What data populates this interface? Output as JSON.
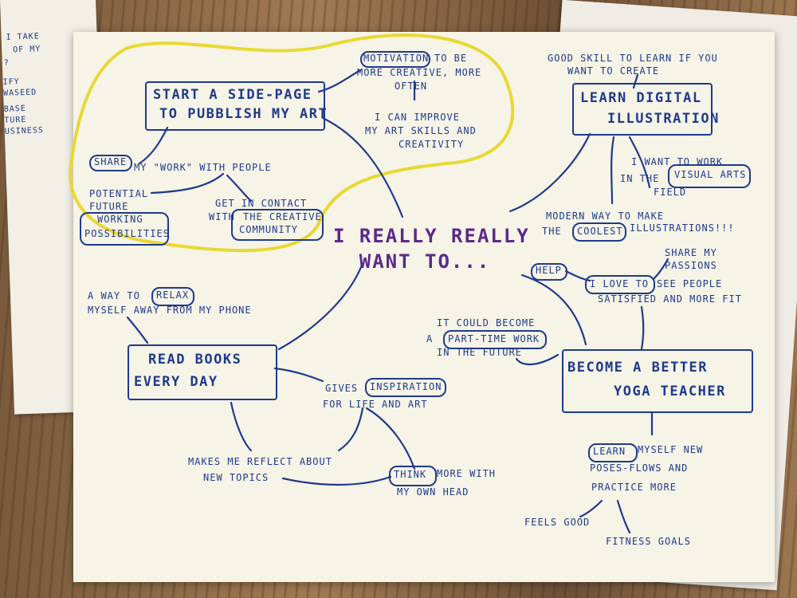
{
  "center": {
    "line1": "I REALLY REALLY",
    "line2": "WANT TO..."
  },
  "nodes": {
    "side_page": {
      "line1": "START A SIDE-PAGE",
      "line2": "TO PUBBLISH MY ART"
    },
    "digital": {
      "line1": "LEARN DIGITAL",
      "line2": "ILLUSTRATION"
    },
    "books": {
      "line1": "READ BOOKS",
      "line2": "EVERY DAY"
    },
    "yoga": {
      "line1": "BECOME A BETTER",
      "line2": "YOGA TEACHER"
    }
  },
  "notes": {
    "motivation": {
      "word": "MOTIVATION",
      "rest1": "TO BE",
      "line2": "MORE CREATIVE, MORE",
      "line3": "OFTEN"
    },
    "improve": {
      "line1": "I CAN IMPROVE",
      "line2": "MY ART SKILLS AND",
      "line3": "CREATIVITY"
    },
    "share": {
      "word": "SHARE",
      "rest": "MY \"WORK\" WITH PEOPLE"
    },
    "potential": {
      "line1": "POTENTIAL",
      "line2": "FUTURE",
      "line3": "WORKING",
      "line4": "POSSIBILITIES"
    },
    "contact": {
      "line1": "GET IN CONTACT",
      "line2": "WITH",
      "cloud": "THE CREATIVE",
      "line3": "COMMUNITY"
    },
    "good_skill": {
      "line1": "GOOD SKILL TO LEARN IF YOU",
      "line2": "WANT   TO CREATE"
    },
    "visual_arts": {
      "line1": "I WANT TO WORK",
      "line2": "IN THE",
      "cloud": "VISUAL ARTS",
      "line3": "FIELD"
    },
    "modern": {
      "line1": "MODERN WAY TO MAKE",
      "line2a": "THE",
      "cloud": "COOLEST",
      "line2b": "ILLUSTRATIONS!!!"
    },
    "relax": {
      "line1a": "A WAY TO",
      "cloud": "RELAX",
      "line2": "MYSELF AWAY FROM MY PHONE"
    },
    "inspiration": {
      "line1a": "GIVES",
      "cloud": "INSPIRATION",
      "line2": "FOR   LIFE  AND ART"
    },
    "reflect": {
      "line1": "MAKES ME REFLECT ABOUT",
      "line2": "NEW  TOPICS"
    },
    "think": {
      "cloud": "THINK",
      "line1b": "MORE WITH",
      "line2": "MY OWN HEAD"
    },
    "part_time": {
      "line1": "IT COULD BECOME",
      "line2a": "A",
      "cloud": "PART-TIME WORK",
      "line3": "IN THE FUTURE"
    },
    "help": {
      "cloud": "HELP"
    },
    "share_passions": {
      "line1": "SHARE MY",
      "line2": "PASSIONS"
    },
    "love_to": {
      "cloud": "I LOVE TO",
      "rest": "SEE PEOPLE",
      "line2": "SATISFIED AND MORE FIT"
    },
    "learn_poses": {
      "cloud": "LEARN",
      "rest": "MYSELF NEW",
      "line2": "POSES-FLOWS  AND",
      "line3": "PRACTICE MORE"
    },
    "feels_good": {
      "text": "FEELS GOOD"
    },
    "fitness": {
      "text": "FITNESS  GOALS"
    }
  },
  "edge_notes_left": [
    "I TAKE",
    "OF MY",
    "?",
    "IFY",
    "WASEED",
    "BASE",
    "TURE",
    "USINESS"
  ],
  "colors": {
    "ink": "#1e3a8c",
    "center_ink": "#5a2a8a",
    "highlight": "#e8d830",
    "paper": "#f6f3e7"
  }
}
